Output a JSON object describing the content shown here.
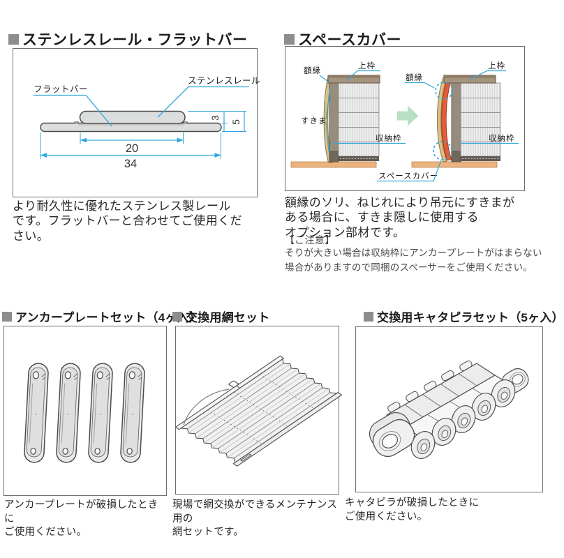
{
  "page": {
    "background": "#ffffff"
  },
  "colors": {
    "leader_blue": "#2fa7de",
    "metal_gray": "#dcdddd",
    "outline_dark": "#4a4a4a",
    "frame_tan": "#dac183",
    "top_frame_brown": "#a5947f",
    "storage_gray": "#978d7f",
    "floor_tan": "#ecb37f",
    "space_cover_orange": "#e65c3b",
    "arrow_green": "#b7dfc2",
    "header_square_gray": "#8d8d8d"
  },
  "icons": {
    "section_marker": "gray-square",
    "transform_arrow": "right-arrow"
  },
  "sections": {
    "rail": {
      "title": "ステンレスレール・フラットバー",
      "caption": "より耐久性に優れたステンレス製レール\nです。フラットバーと合わせてご使用くだ\nさい。",
      "labels": {
        "flat_bar": "フラットバー",
        "stainless_rail": "ステンレスレール"
      },
      "dims": {
        "inner": "20",
        "outer": "34",
        "rail_h": "3",
        "total_h": "5"
      }
    },
    "space_cover": {
      "title": "スペースカバー",
      "caption": "額縁のソリ、ねじれにより吊元にすきまが\nある場合に、すきま隠しに使用する\nオプション部材です。",
      "notice_title": "【ご注意】",
      "notice": "そりが大きい場合は収納枠にアンカープレートがはまらない\n場合がありますので同梱のスペーサーをご使用ください。",
      "labels": {
        "gakubuchi_left": "額縁",
        "uwawaku_left": "上枠",
        "sukima": "すきま",
        "shunou_left": "収納枠",
        "gakubuchi_right": "額縁",
        "uwawaku_right": "上枠",
        "shunou_right": "収納枠",
        "cover": "スペースカバー"
      }
    },
    "anchor": {
      "title": "アンカープレートセット（4ヶ入）",
      "caption": "アンカープレートが破損したときに\nご使用ください。"
    },
    "net": {
      "title": "交換用網セット",
      "caption": "現場で網交換ができるメンテナンス用の\n網セットです。"
    },
    "caterpillar": {
      "title": "交換用キャタピラセット（5ヶ入）",
      "caption": "キャタピラが破損したときに\nご使用ください。"
    }
  }
}
